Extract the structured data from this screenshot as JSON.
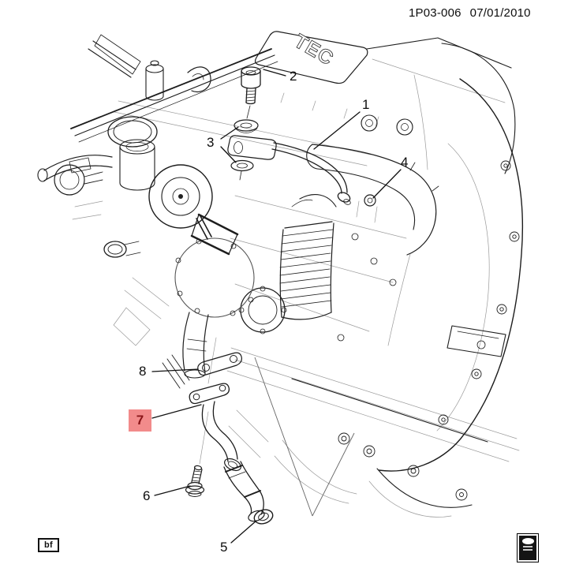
{
  "header": {
    "doc_number": "1P03-006",
    "date": "07/01/2010"
  },
  "engine_label": "TEC",
  "callouts": [
    {
      "number": "1",
      "highlighted": false
    },
    {
      "number": "2",
      "highlighted": false
    },
    {
      "number": "3",
      "highlighted": false
    },
    {
      "number": "4",
      "highlighted": false
    },
    {
      "number": "5",
      "highlighted": false
    },
    {
      "number": "6",
      "highlighted": false
    },
    {
      "number": "7",
      "highlighted": true
    },
    {
      "number": "8",
      "highlighted": false
    }
  ],
  "footer": {
    "page_code": "bf"
  },
  "colors": {
    "highlight_bg": "#F28B8B",
    "highlight_text": "#8A1518",
    "line": "#1d1d1d"
  }
}
